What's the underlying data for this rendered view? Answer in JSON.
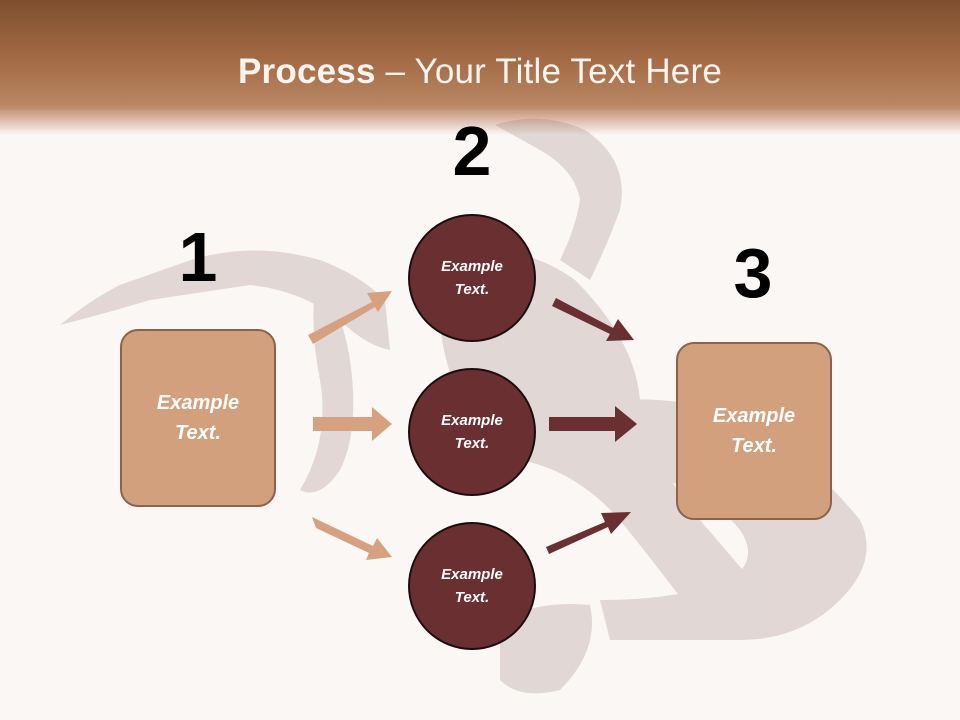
{
  "header": {
    "title_strong": "Process",
    "title_rest": " – Your Title Text Here"
  },
  "steps": [
    "1",
    "2",
    "3"
  ],
  "left_box": {
    "text": "Example\nText."
  },
  "right_box": {
    "text": "Example\nText."
  },
  "circles": [
    {
      "text": "Example\nText."
    },
    {
      "text": "Example\nText."
    },
    {
      "text": "Example\nText."
    }
  ],
  "colors": {
    "header": "#a06842",
    "box_fill": "#d2a07d",
    "circle_fill": "#6a2f30",
    "arrow_light": "#d5a17e",
    "arrow_dark": "#6a2f30"
  }
}
